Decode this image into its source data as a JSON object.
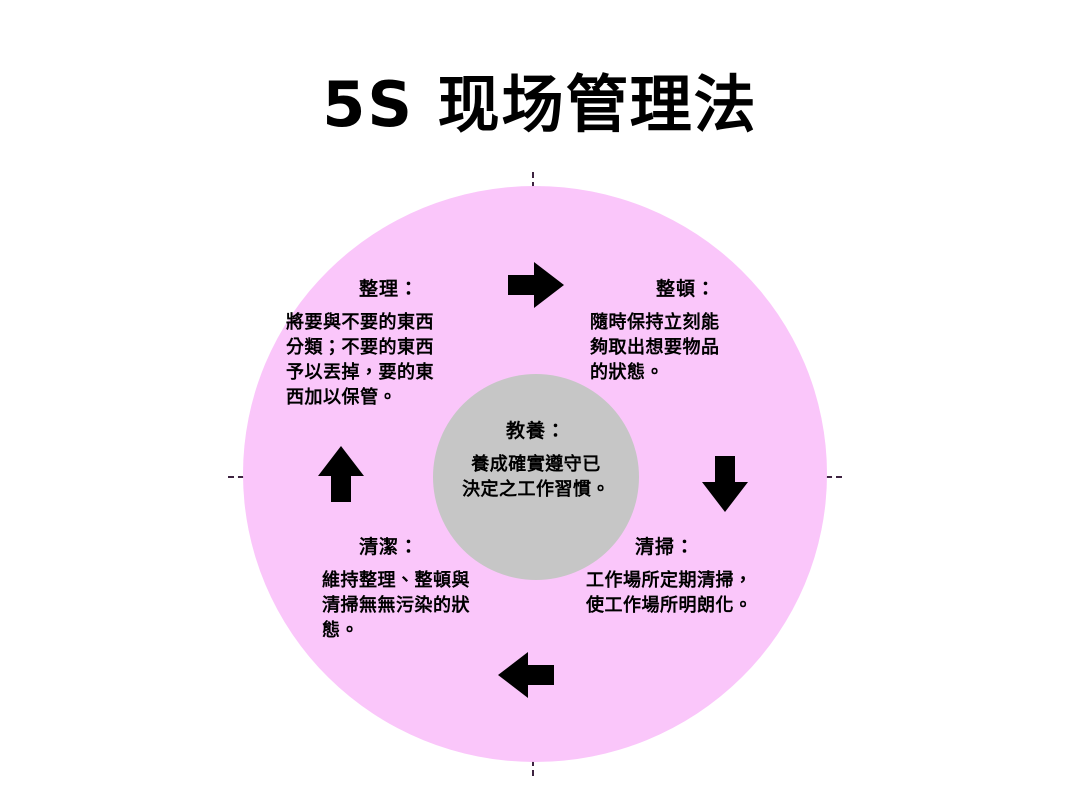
{
  "slide": {
    "title": "5S 现场管理法",
    "background_color": "#ffffff",
    "outer_circle_color": "#fac6fa",
    "inner_circle_color": "#c6c6c6",
    "axis_color": "#3d2340",
    "arrow_color": "#000000"
  },
  "center": {
    "heading": "教養：",
    "body_line1": "養成確實遵守已",
    "body_line2": "決定之工作習慣。"
  },
  "quadrants": {
    "top_left": {
      "heading": "整理：",
      "body_line1": "將要與不要的東西",
      "body_line2": "分類；不要的東西",
      "body_line3": "予以丟掉，要的東",
      "body_line4": "西加以保管。"
    },
    "top_right": {
      "heading": "整頓：",
      "body_line1": "隨時保持立刻能",
      "body_line2": "夠取出想要物品",
      "body_line3": "的狀態。"
    },
    "bottom_left": {
      "heading": "清潔：",
      "body_line1": "維持整理、整頓與",
      "body_line2": "清掃無無污染的狀",
      "body_line3": "態。"
    },
    "bottom_right": {
      "heading": "清掃：",
      "body_line1": "工作場所定期清掃，",
      "body_line2": "使工作場所明朗化。"
    }
  },
  "arrows": [
    {
      "name": "arrow-right-top",
      "direction": "right"
    },
    {
      "name": "arrow-down-right",
      "direction": "down"
    },
    {
      "name": "arrow-left-bottom",
      "direction": "left"
    },
    {
      "name": "arrow-up-left",
      "direction": "up"
    }
  ]
}
